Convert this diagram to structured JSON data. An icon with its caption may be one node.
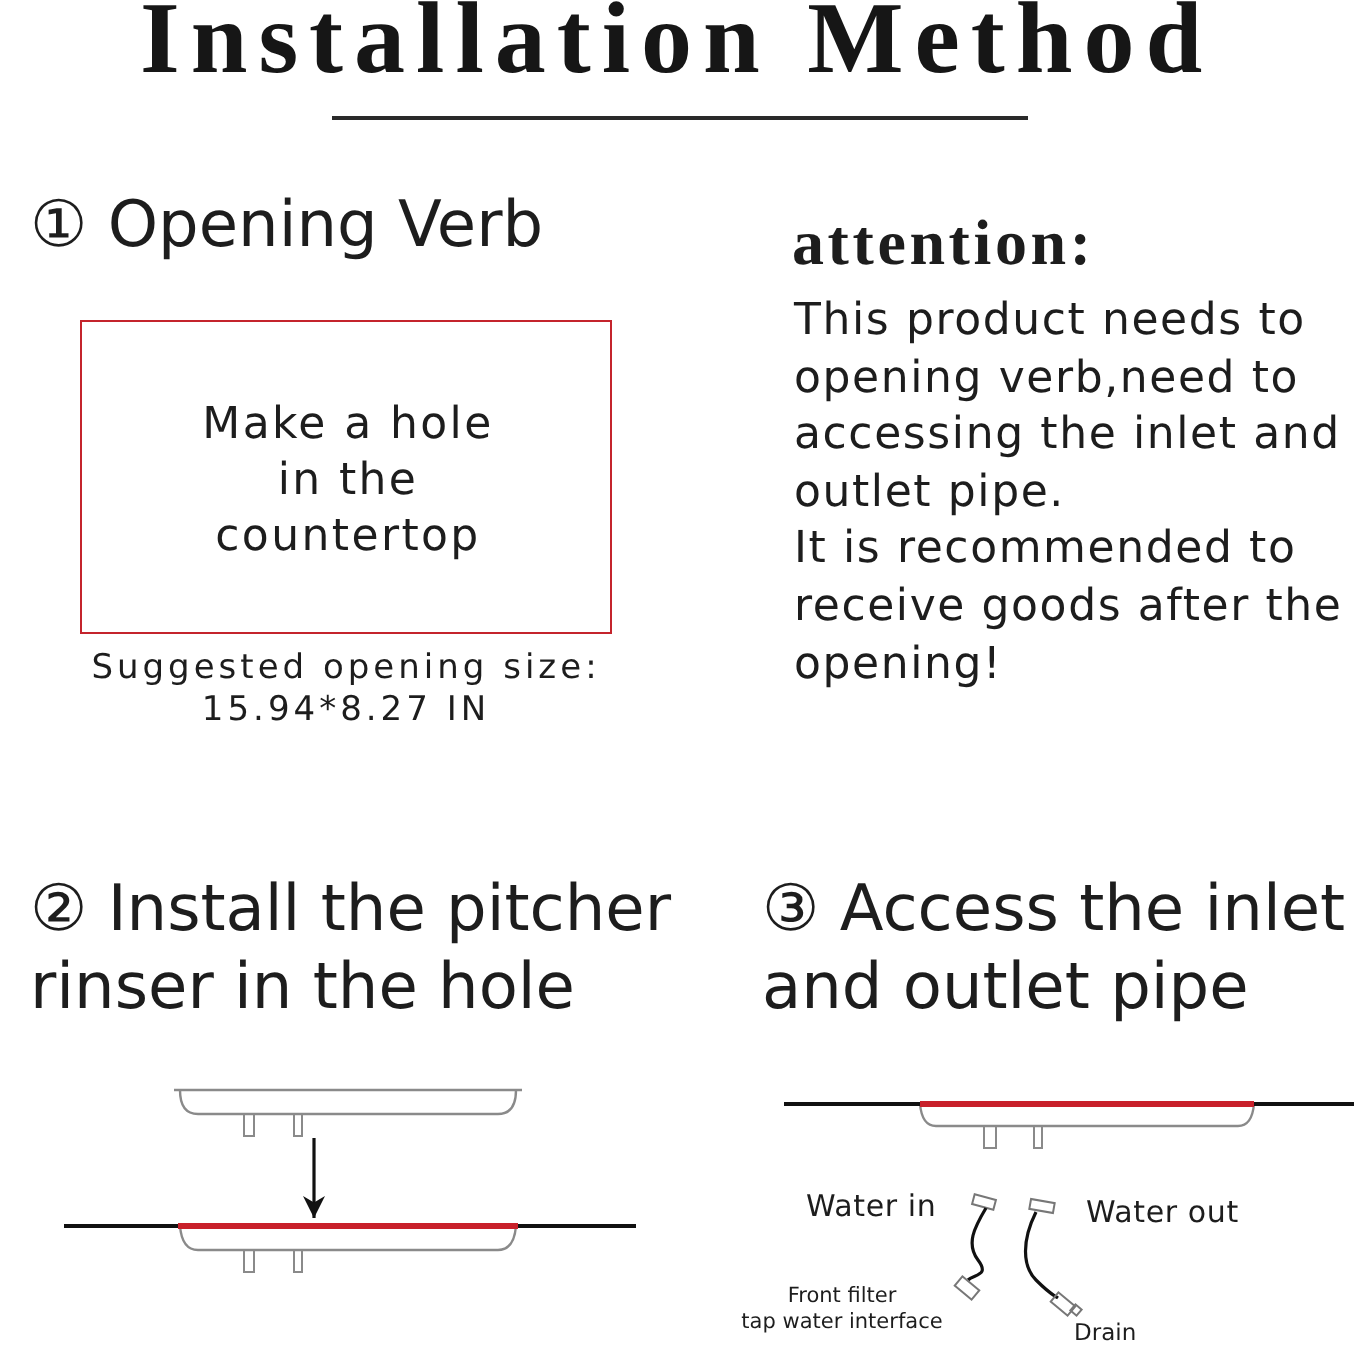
{
  "diagram": {
    "title": "Installation Method",
    "nodes": [
      {
        "text": [
          "Make a hole in the countertop"
        ]
      },
      {
        "text": [],
        "shape": "picture"
      },
      {
        "text": [],
        "shape": "picture"
      }
    ],
    "edges": [
      {
        "from": 1,
        "to": 2,
        "arrow": "to"
      }
    ],
    "labels": [
      "① Opening Verb",
      "attention:",
      "This product needs to opening verb,need to accessing the inlet and outlet pipe.",
      "It is recommended to receive goods after the opening!",
      "Suggested opening size: 15.94*8.27 IN",
      "② Install the pitcher rinser in the hole",
      "③ Access the inlet and outlet pipe",
      "Water in",
      "Water out",
      "Front filter tap water interface",
      "Drain"
    ]
  }
}
